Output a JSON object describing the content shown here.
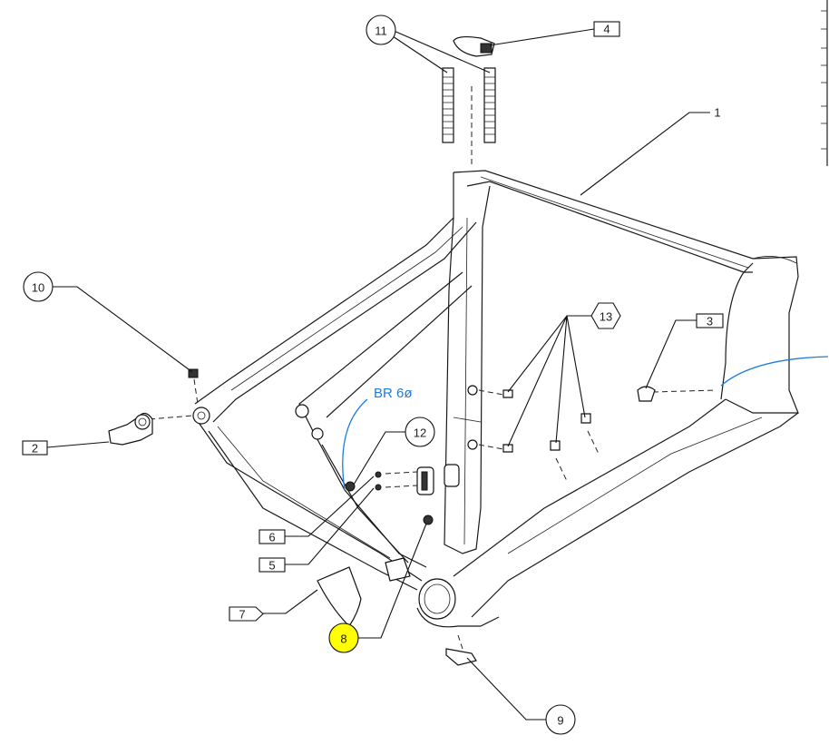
{
  "drawing": {
    "title": "Frame exploded parts diagram",
    "callouts": [
      {
        "id": "1",
        "style": "plain"
      },
      {
        "id": "2",
        "style": "box"
      },
      {
        "id": "3",
        "style": "box"
      },
      {
        "id": "4",
        "style": "box"
      },
      {
        "id": "5",
        "style": "box"
      },
      {
        "id": "6",
        "style": "box"
      },
      {
        "id": "7",
        "style": "flag"
      },
      {
        "id": "8",
        "style": "circle-highlight"
      },
      {
        "id": "9",
        "style": "circle"
      },
      {
        "id": "10",
        "style": "circle"
      },
      {
        "id": "11",
        "style": "circle"
      },
      {
        "id": "12",
        "style": "circle"
      },
      {
        "id": "13",
        "style": "hexagon"
      }
    ],
    "note": "BR 6ø",
    "colors": {
      "highlight": "#ffff00",
      "note": "#1e7be0",
      "line": "#1a1a1a"
    }
  }
}
